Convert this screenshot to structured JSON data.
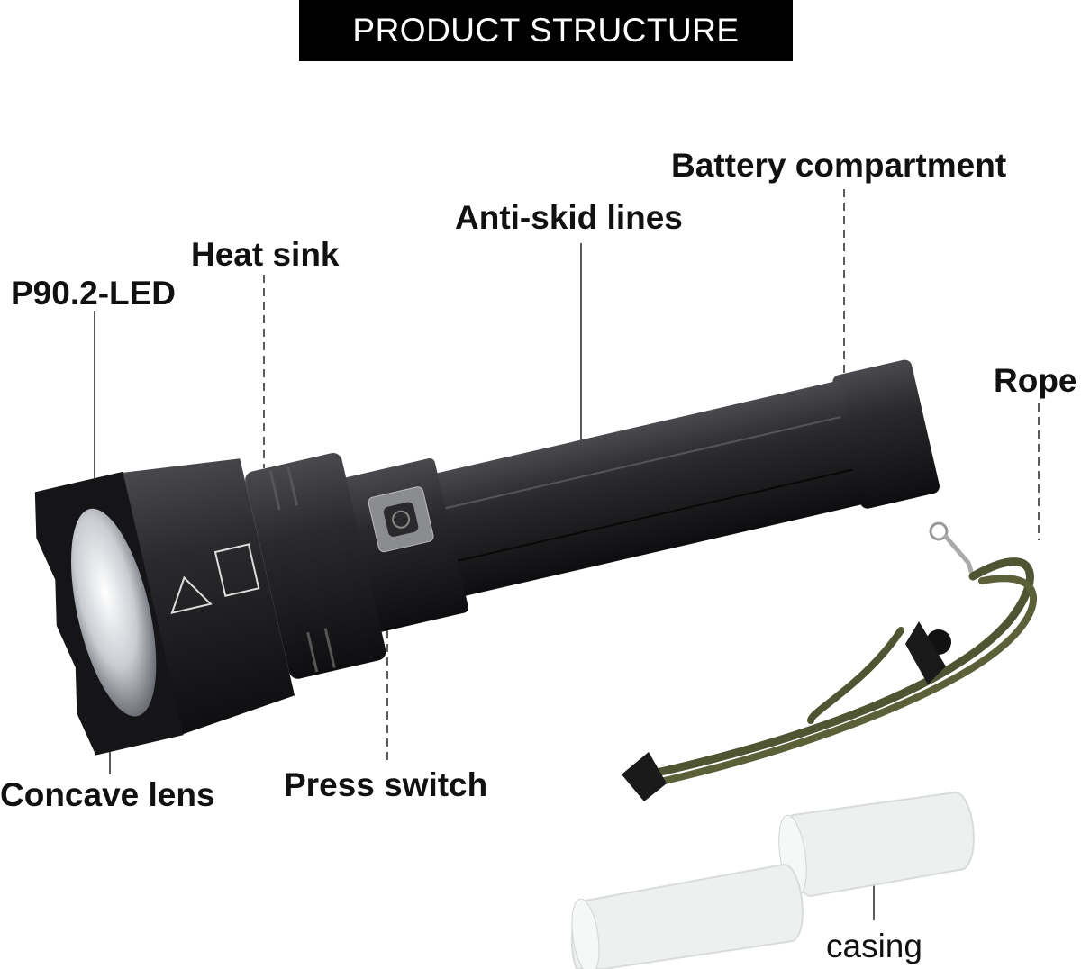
{
  "title": "PRODUCT STRUCTURE",
  "labels": {
    "battery": "Battery compartment",
    "antiskid": "Anti-skid lines",
    "heatsink": "Heat sink",
    "led": "P90.2-LED",
    "rope": "Rope",
    "lens": "Concave lens",
    "switch": "Press switch",
    "casing": "casing"
  },
  "colors": {
    "body": "#1c1c1e",
    "rope": "#4f5432",
    "casing": "#eef0f0",
    "title_bg": "#000000"
  }
}
